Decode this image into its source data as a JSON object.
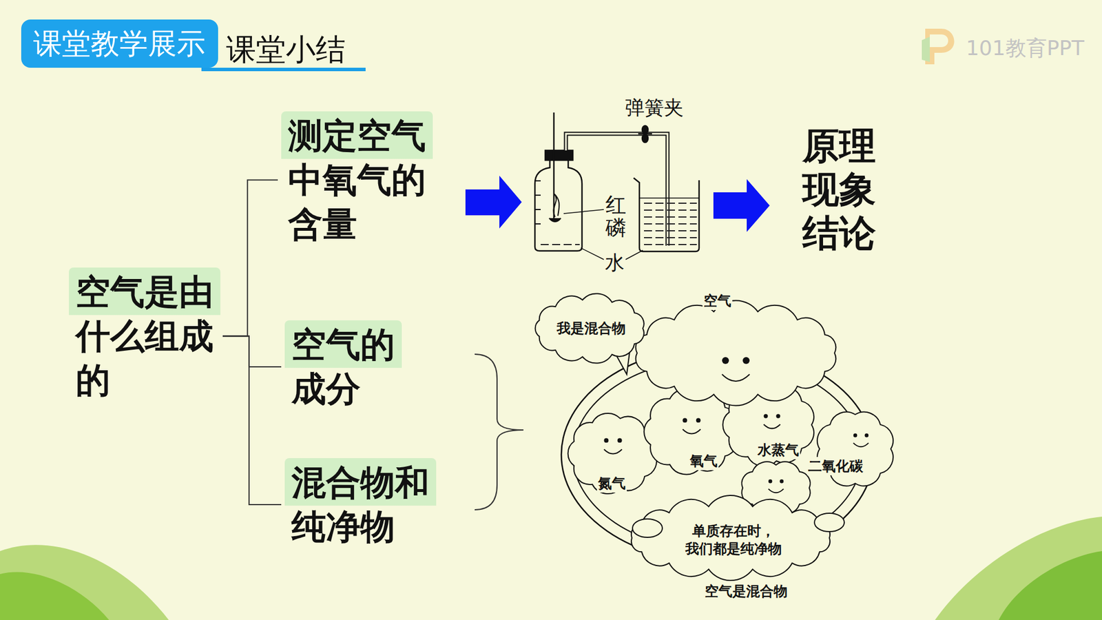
{
  "diagram": {
    "title": "课堂小结",
    "nodes": [
      {
        "text": [
          "空气是由什么组成的"
        ]
      },
      {
        "text": [
          "测定空气中氧气的含量"
        ]
      },
      {
        "text": [
          "空气的成分"
        ]
      },
      {
        "text": [
          "混合物和纯净物"
        ]
      }
    ],
    "edges": [
      {
        "from": 0,
        "to": 1,
        "arrow": "none"
      },
      {
        "from": 0,
        "to": 2,
        "arrow": "none"
      },
      {
        "from": 0,
        "to": 3,
        "arrow": "none"
      }
    ],
    "labels": [
      "课堂教学展示",
      "101教育PPT",
      "弹簧夹",
      "红磷",
      "水",
      "原理 现象 结论",
      "空气",
      "我是混合物",
      "氮气",
      "氧气",
      "水蒸气",
      "二氧化碳",
      "单质存在时， 我们都是纯净物",
      "空气是混合物"
    ]
  }
}
